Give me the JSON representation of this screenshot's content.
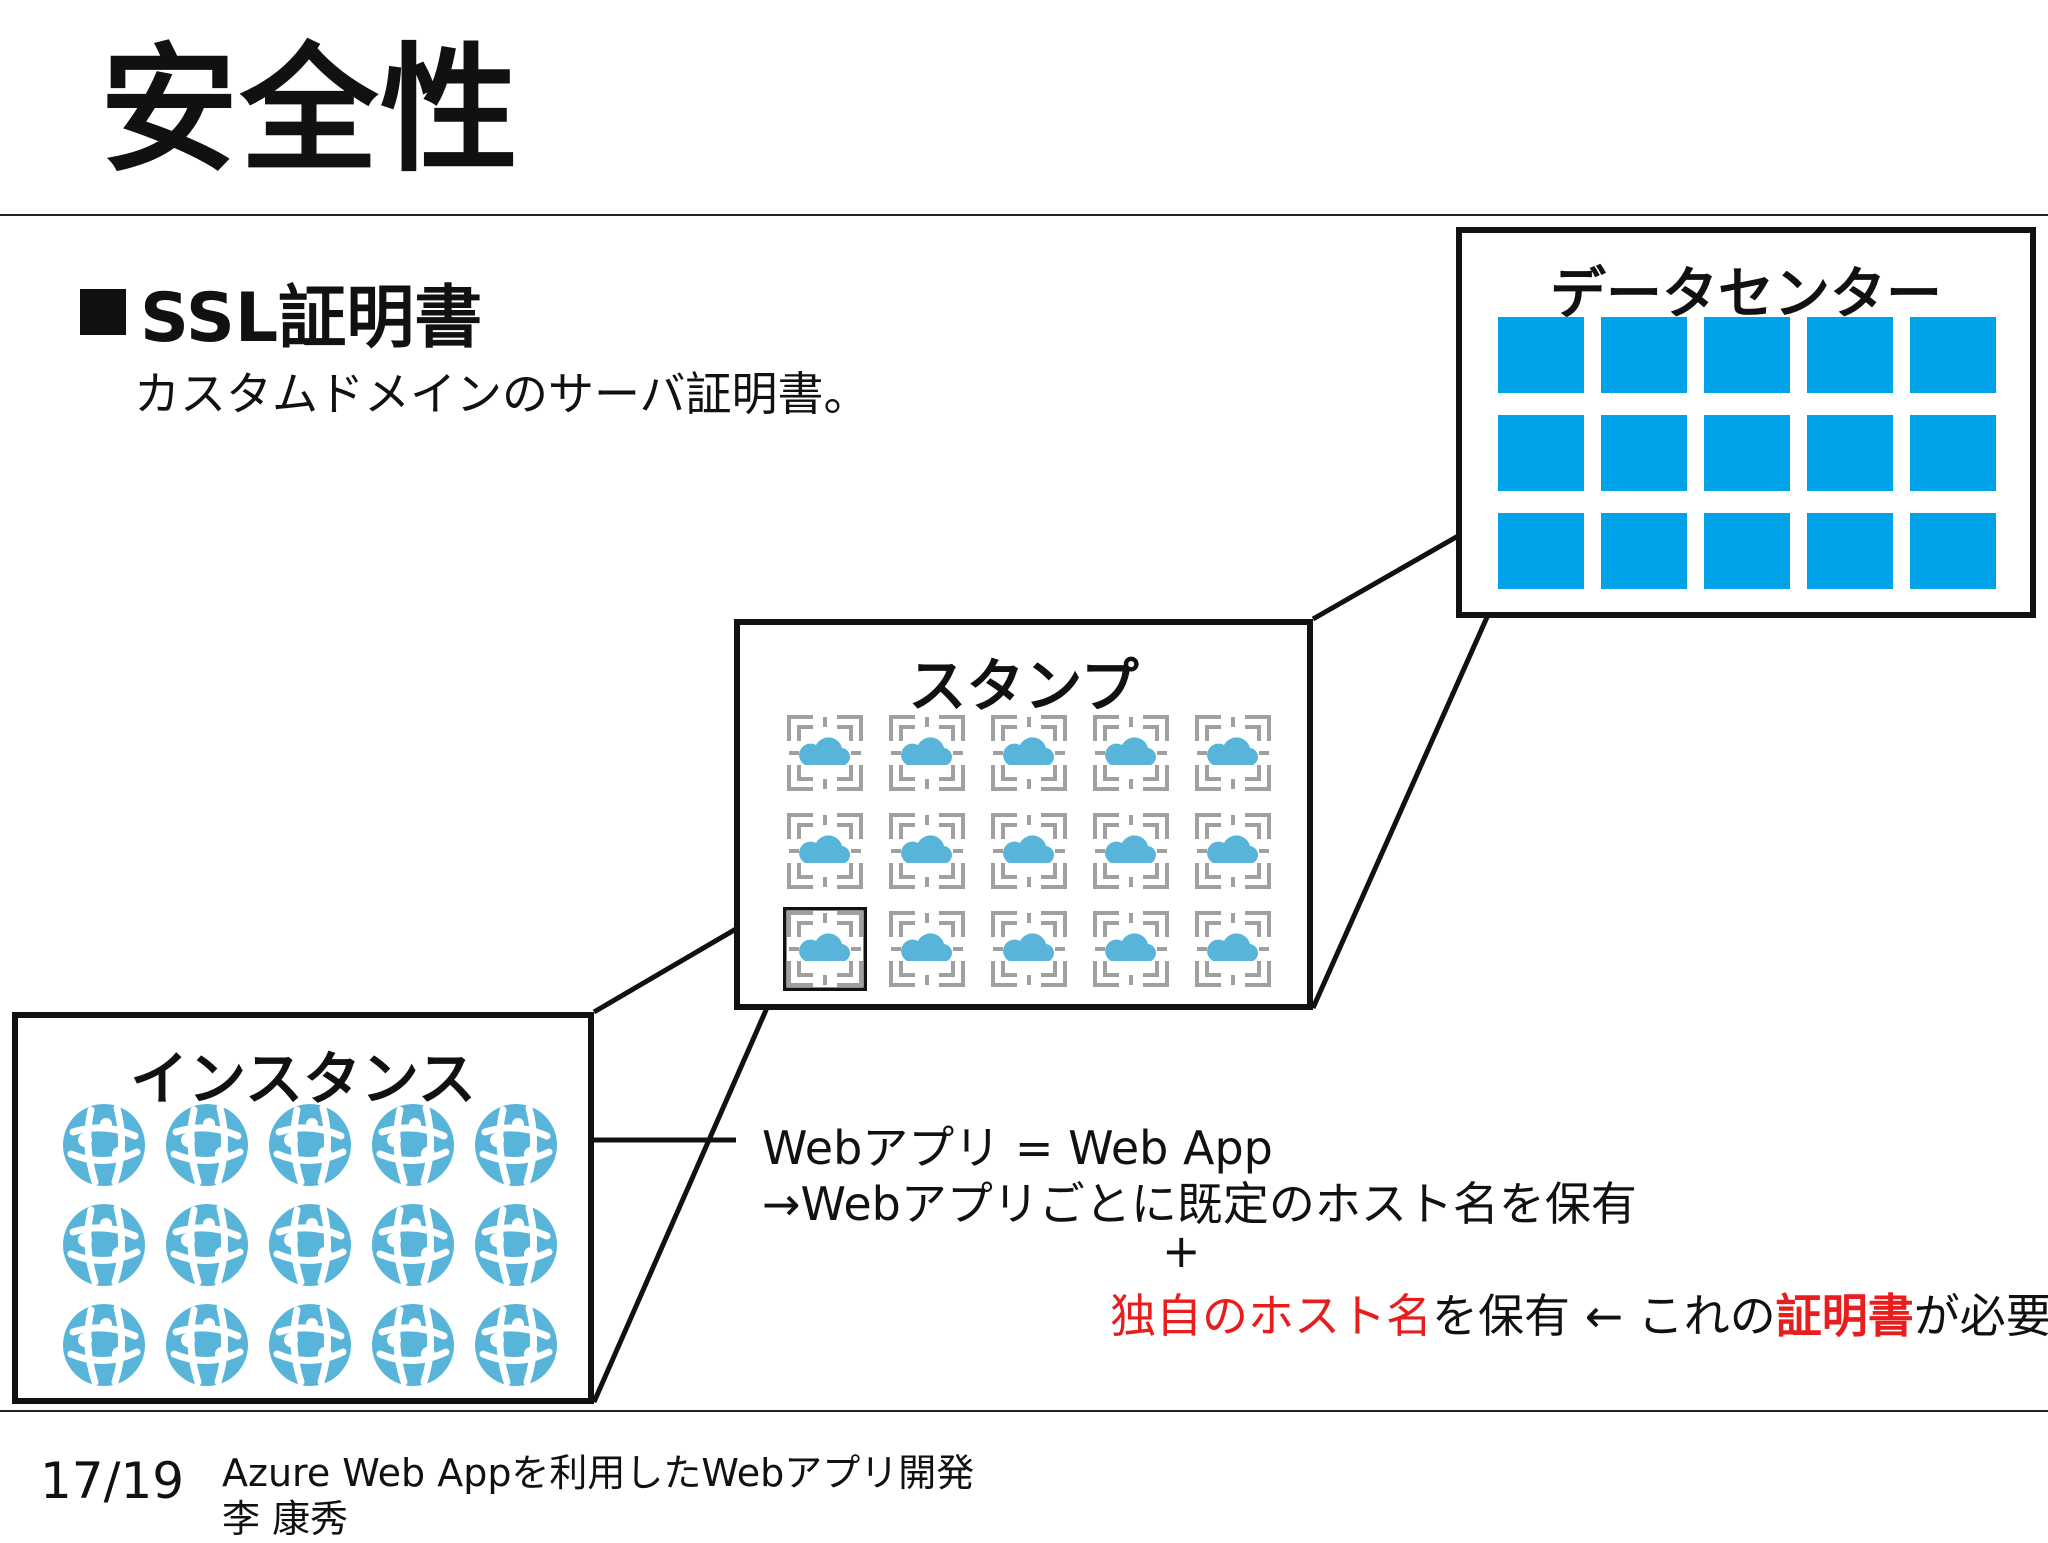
{
  "slide": {
    "title": "安全性",
    "section_heading": "SSL証明書",
    "description": "カスタムドメインのサーバ証明書。"
  },
  "diagram": {
    "datacenter_label": "データセンター",
    "stamp_label": "スタンプ",
    "instance_label": "インスタンス",
    "colors": {
      "datacenter_block": "#00a2e8",
      "cloud": "#59b4d9",
      "frame": "#a0a0a0",
      "highlight": "#e81d1d"
    },
    "icons": {
      "stamp_cell": "cloud-service-icon",
      "instance_cell": "web-app-icon"
    }
  },
  "explanation": {
    "line1": "Webアプリ = Web App",
    "line2": "→Webアプリごとに既定のホスト名を保有",
    "plus": "+",
    "line4_red": "独自のホスト名",
    "line4_mid": "を保有 ← これの",
    "line4_bold_red": "証明書",
    "line4_end": "が必要"
  },
  "footer": {
    "page": "17/19",
    "course": "Azure Web Appを利用したWebアプリ開発",
    "author": "李 康秀"
  }
}
